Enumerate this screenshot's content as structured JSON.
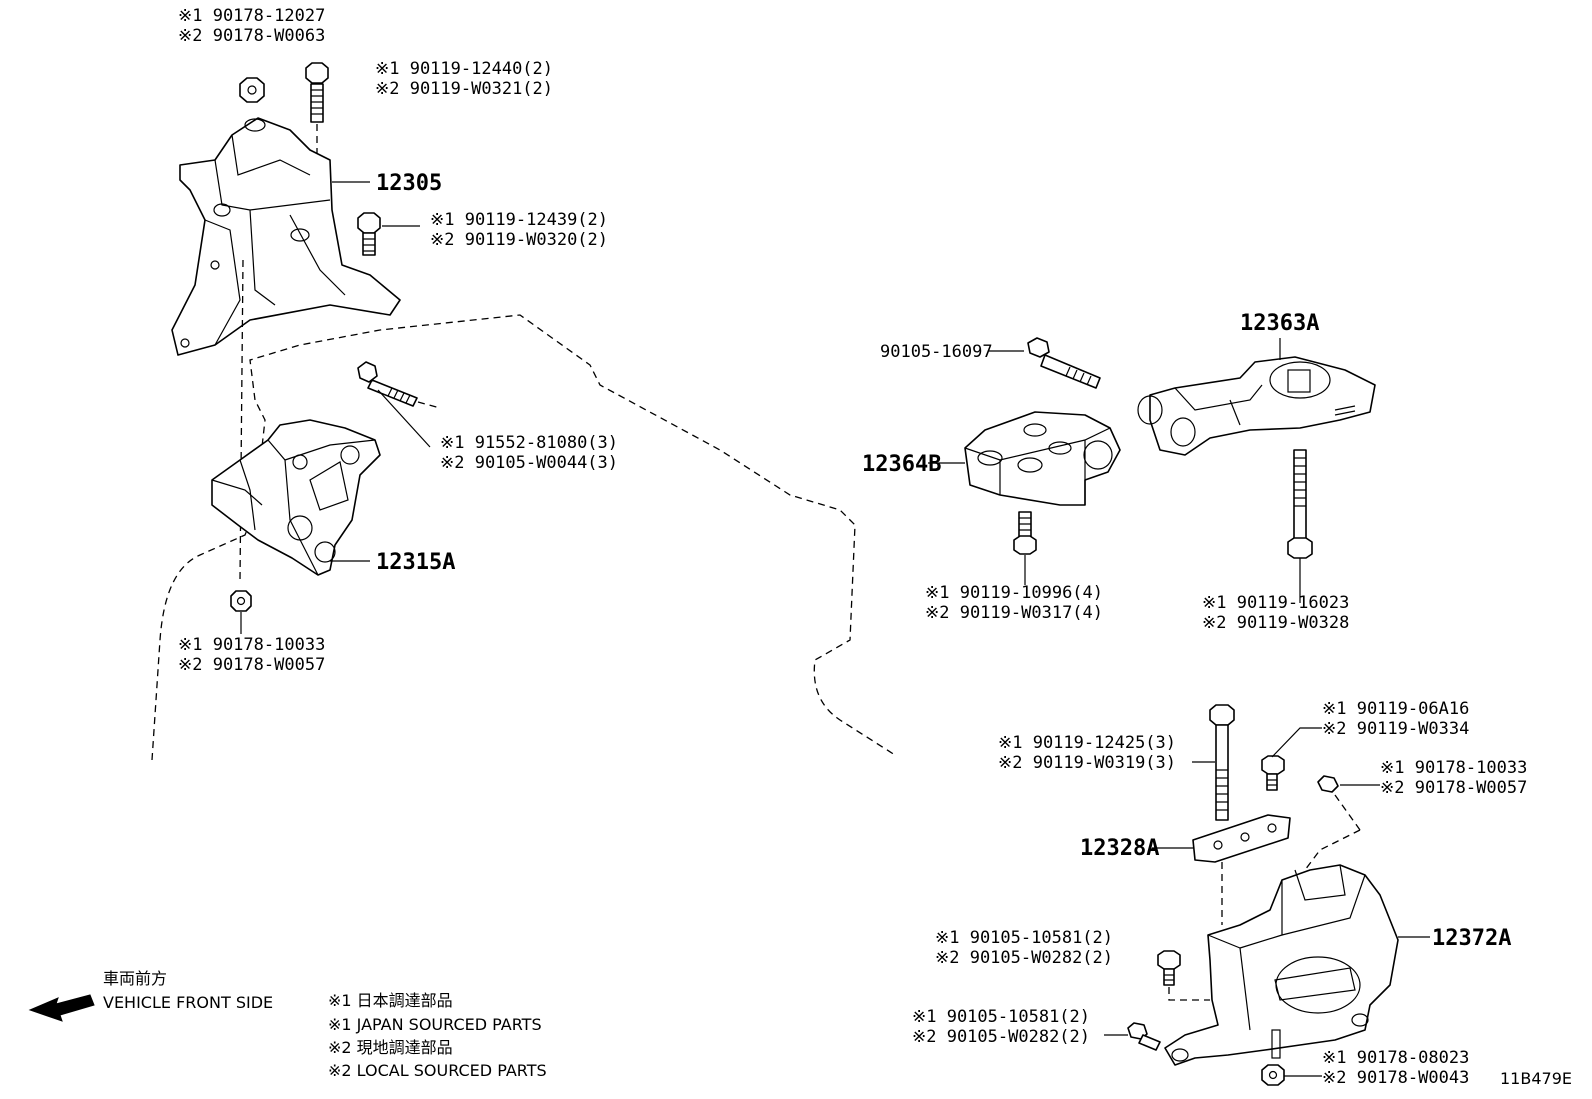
{
  "labels": {
    "nut_top_a": "※1 90178-12027",
    "nut_top_b": "※2 90178-W0063",
    "bolt_top_a": "※1 90119-12440(2)",
    "bolt_top_b": "※2 90119-W0321(2)",
    "part_12305": "12305",
    "bolt_mid_a": "※1 90119-12439(2)",
    "bolt_mid_b": "※2 90119-W0320(2)",
    "bolt_long_a": "※1 91552-81080(3)",
    "bolt_long_b": "※2 90105-W0044(3)",
    "part_12315A": "12315A",
    "nut_left_a": "※1 90178-10033",
    "nut_left_b": "※2 90178-W0057",
    "part_12363A": "12363A",
    "bolt_90105_16097": "90105-16097",
    "part_12364B": "12364B",
    "bolt_rr_a": "※1 90119-10996(4)",
    "bolt_rr_b": "※2 90119-W0317(4)",
    "bolt_rod_a": "※1 90119-16023",
    "bolt_rod_b": "※2 90119-W0328",
    "bolt_small_a": "※1 90119-06A16",
    "bolt_small_b": "※2 90119-W0334",
    "bolt_long2_a": "※1 90119-12425(3)",
    "bolt_long2_b": "※2 90119-W0319(3)",
    "nut_right_a": "※1 90178-10033",
    "nut_right_b": "※2 90178-W0057",
    "part_12328A": "12328A",
    "part_12372A": "12372A",
    "bolt_lh1_a": "※1 90105-10581(2)",
    "bolt_lh1_b": "※2 90105-W0282(2)",
    "bolt_lh2_a": "※1 90105-10581(2)",
    "bolt_lh2_b": "※2 90105-W0282(2)",
    "nut_bottom_a": "※1 90178-08023",
    "nut_bottom_b": "※2 90178-W0043",
    "ref_code": "11B479E"
  },
  "legend": {
    "direction_jp": "車両前方",
    "direction_en": "VEHICLE FRONT SIDE",
    "note1_jp": "※1 日本調達部品",
    "note1_en": "※1 JAPAN SOURCED PARTS",
    "note2_jp": "※2 現地調達部品",
    "note2_en": "※2 LOCAL SOURCED PARTS"
  }
}
